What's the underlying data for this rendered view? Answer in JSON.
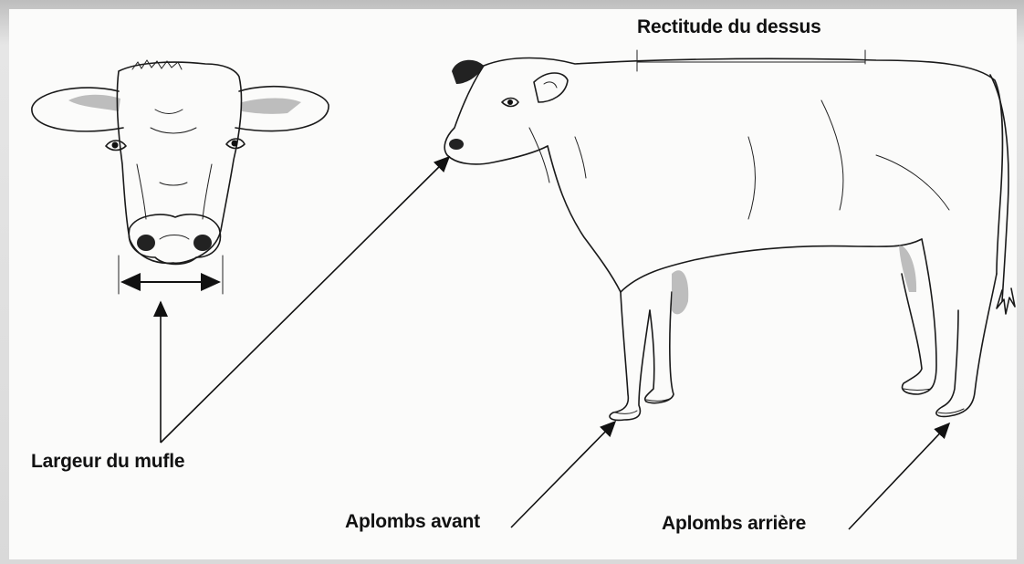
{
  "labels": {
    "top_line": "Rectitude du  dessus",
    "muzzle_width": "Largeur du mufle",
    "front_legs": "Aplombs avant",
    "rear_legs": "Aplombs arrière"
  },
  "colors": {
    "ink": "#1a1a1a",
    "paper": "#fbfbfa",
    "background": "#cfcfcf"
  }
}
